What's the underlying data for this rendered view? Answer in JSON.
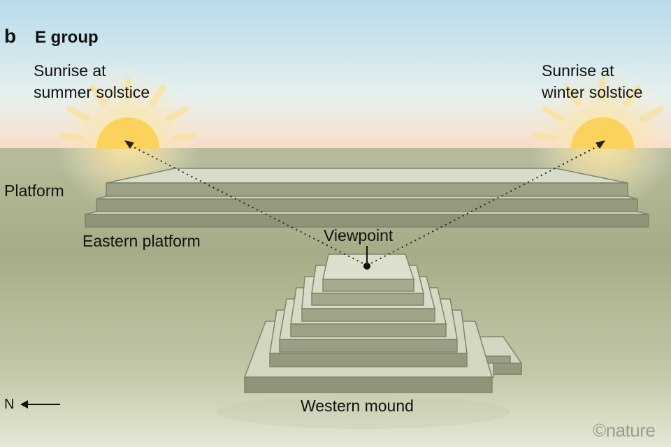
{
  "panel": {
    "letter": "b",
    "title": "E group"
  },
  "labels": {
    "summer_sunrise": [
      "Sunrise at",
      "summer solstice"
    ],
    "winter_sunrise": [
      "Sunrise at",
      "winter solstice"
    ],
    "platform": "Platform",
    "eastern_platform": "Eastern platform",
    "viewpoint": "Viewpoint",
    "western_mound": "Western mound",
    "north": "N",
    "credit": "©nature"
  },
  "colors": {
    "sky_top": "#b9dcec",
    "horizon_glow": "#f7dccb",
    "sun": "#fbd25c",
    "ground": "#a9ae8a",
    "structure_light": "#dadccb",
    "structure_dark": "#8f9479",
    "sight_line": "#222222"
  },
  "icons": {
    "north_arrow": "left-arrow-icon",
    "sun": "sun-icon"
  }
}
